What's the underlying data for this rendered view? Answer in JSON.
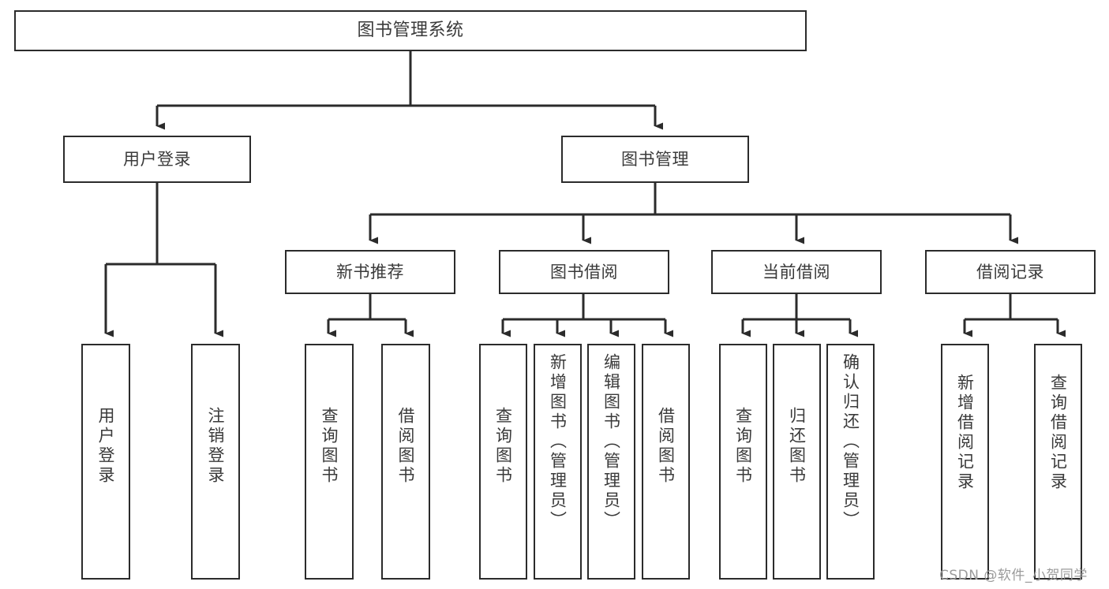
{
  "diagram": {
    "title": "图书管理系统",
    "type": "tree-hierarchy",
    "watermark": "CSDN @软件_小贺同学",
    "colors": {
      "border": "#2b2b2b",
      "text": "#3a3a3a",
      "background": "#ffffff",
      "watermark": "#9b9b9b"
    },
    "nodes": {
      "root": {
        "label": "图书管理系统"
      },
      "level2": [
        {
          "id": "user-login",
          "label": "用户登录"
        },
        {
          "id": "book-manage",
          "label": "图书管理"
        }
      ],
      "level3": [
        {
          "id": "new-book-recommend",
          "label": "新书推荐"
        },
        {
          "id": "book-borrow",
          "label": "图书借阅"
        },
        {
          "id": "current-borrow",
          "label": "当前借阅"
        },
        {
          "id": "borrow-record",
          "label": "借阅记录"
        }
      ],
      "leaves": {
        "user-login": [
          {
            "id": "leaf-user-login",
            "label": "用户登录"
          },
          {
            "id": "leaf-logout",
            "label": "注销登录"
          }
        ],
        "new-book-recommend": [
          {
            "id": "leaf-query-book-1",
            "label": "查询图书"
          },
          {
            "id": "leaf-borrow-book-1",
            "label": "借阅图书"
          }
        ],
        "book-borrow": [
          {
            "id": "leaf-query-book-2",
            "label": "查询图书"
          },
          {
            "id": "leaf-add-book",
            "label": "新增图书（管理员）"
          },
          {
            "id": "leaf-edit-book",
            "label": "编辑图书（管理员）"
          },
          {
            "id": "leaf-borrow-book-2",
            "label": "借阅图书"
          }
        ],
        "current-borrow": [
          {
            "id": "leaf-query-book-3",
            "label": "查询图书"
          },
          {
            "id": "leaf-return-book",
            "label": "归还图书"
          },
          {
            "id": "leaf-confirm-return",
            "label": "确认归还（管理员）"
          }
        ],
        "borrow-record": [
          {
            "id": "leaf-add-record",
            "label": "新增借阅记录"
          },
          {
            "id": "leaf-query-record",
            "label": "查询借阅记录"
          }
        ]
      }
    }
  }
}
